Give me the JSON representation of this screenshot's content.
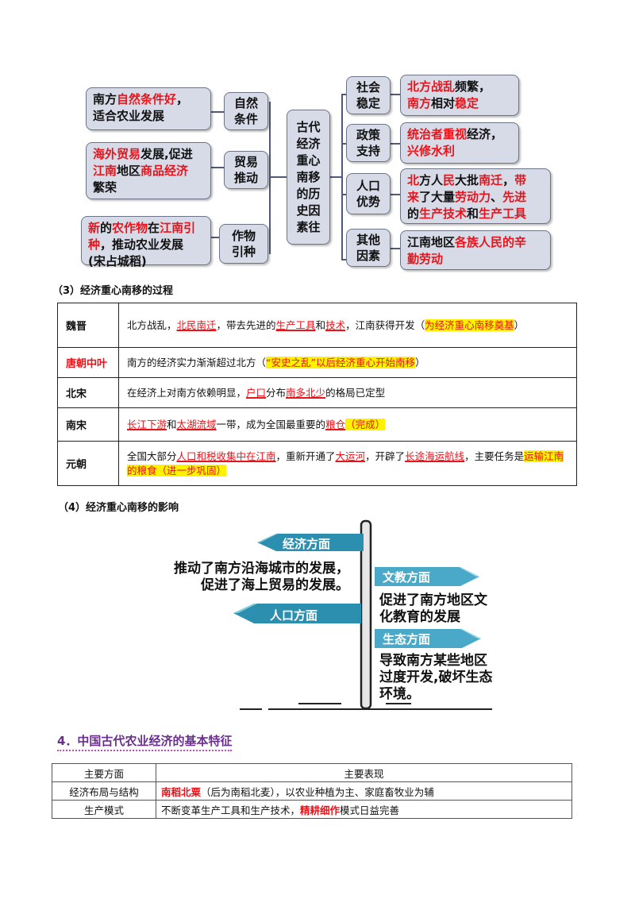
{
  "mindmap": {
    "center": "古代经济重心南移的历史因素往",
    "left": [
      {
        "cat": "自然条件",
        "text": [
          [
            "南方",
            ""
          ],
          [
            "自然条件好",
            "red"
          ],
          [
            "，\n适合农业发展",
            ""
          ]
        ]
      },
      {
        "cat": "贸易推动",
        "text": [
          [
            "海外贸易",
            "red"
          ],
          [
            "发展,促进\n",
            ""
          ],
          [
            "江南",
            "red"
          ],
          [
            "地区",
            ""
          ],
          [
            "商品经济",
            "red"
          ],
          [
            "\n繁荣",
            ""
          ]
        ]
      },
      {
        "cat": "作物引种",
        "text": [
          [
            "新",
            "red"
          ],
          [
            "的",
            ""
          ],
          [
            "农作物",
            "red"
          ],
          [
            "在",
            ""
          ],
          [
            "江南引\n种",
            "red"
          ],
          [
            "，推动农业发展\n(宋占城稻)",
            ""
          ]
        ]
      }
    ],
    "right": [
      {
        "cat": "社会稳定",
        "text": [
          [
            "北方战乱",
            "red"
          ],
          [
            "频繁，\n",
            ""
          ],
          [
            "南方",
            "red"
          ],
          [
            "相对",
            ""
          ],
          [
            "稳定",
            "red"
          ]
        ]
      },
      {
        "cat": "政策支持",
        "text": [
          [
            "统治者重视",
            "red"
          ],
          [
            "经济，\n",
            ""
          ],
          [
            "兴修水利",
            "red"
          ]
        ]
      },
      {
        "cat": "人口优势",
        "text": [
          [
            "北",
            "red"
          ],
          [
            "方人",
            ""
          ],
          [
            "民",
            "red"
          ],
          [
            "大批",
            ""
          ],
          [
            "南迁",
            "red"
          ],
          [
            "，",
            ""
          ],
          [
            "带\n来",
            "red"
          ],
          [
            "了大量",
            ""
          ],
          [
            "劳动力",
            "red"
          ],
          [
            "、",
            ""
          ],
          [
            "先进",
            "red"
          ],
          [
            "\n的",
            ""
          ],
          [
            "生产技术",
            "red"
          ],
          [
            "和",
            ""
          ],
          [
            "生产工具",
            "red"
          ]
        ]
      },
      {
        "cat": "其他因素",
        "text": [
          [
            "江南地区",
            ""
          ],
          [
            "各族人民的辛\n勤劳动",
            "red"
          ]
        ]
      }
    ]
  },
  "process": {
    "heading": "（3）经济重心南移的过程",
    "rows": [
      {
        "era": "魏晋",
        "era_red": false,
        "segs": [
          [
            "北方战乱，",
            ""
          ],
          [
            "北民南迁",
            "red ul"
          ],
          [
            "，带去先进的",
            ""
          ],
          [
            "生产工具",
            "red ul"
          ],
          [
            "和",
            ""
          ],
          [
            "技术",
            "red ul"
          ],
          [
            "，江南获得开发（",
            ""
          ],
          [
            "为经济重心南移奠基",
            "red hl"
          ],
          [
            "）",
            ""
          ]
        ]
      },
      {
        "era": "唐朝中叶",
        "era_red": true,
        "segs": [
          [
            "南方的经济实力渐渐超过北方（",
            ""
          ],
          [
            "“安史之乱”以后经济重心开始南移",
            "red hl"
          ],
          [
            "）",
            ""
          ]
        ]
      },
      {
        "era": "北宋",
        "era_red": false,
        "segs": [
          [
            "在经济上对南方依赖明显，",
            ""
          ],
          [
            "户口",
            "red ul"
          ],
          [
            "分布",
            ""
          ],
          [
            "南多北少",
            "red ul"
          ],
          [
            "的格局已定型",
            ""
          ]
        ]
      },
      {
        "era": "南宋",
        "era_red": false,
        "segs": [
          [
            "长江下游",
            "red ul"
          ],
          [
            "和",
            ""
          ],
          [
            "太湖流域",
            "red ul"
          ],
          [
            "一带，成为全国最重要的",
            ""
          ],
          [
            "粮仓",
            "red ul"
          ],
          [
            "（完成）",
            "red hl"
          ]
        ]
      },
      {
        "era": "元朝",
        "era_red": false,
        "segs": [
          [
            "全国大部分",
            ""
          ],
          [
            "人口和税收集中在江南",
            "red ul"
          ],
          [
            "，重新开通了",
            ""
          ],
          [
            "大运河",
            "red ul"
          ],
          [
            "，开辟了",
            ""
          ],
          [
            "长途海运航线",
            "red ul"
          ],
          [
            "，主要任务是",
            ""
          ],
          [
            "运输江南的粮食（进一步巩固）",
            "red hl"
          ]
        ]
      }
    ]
  },
  "impact": {
    "heading": "（4）经济重心南移的影响",
    "signs": {
      "economy": "经济方面",
      "culture": "文教方面",
      "population": "人口方面",
      "ecology": "生态方面"
    },
    "economy_text": "推动了南方沿海城市的发展，\n促进了海上贸易的发展。",
    "culture_text": "促进了南方地区文\n化教育的发展",
    "ecology_text": "导致南方某些地区\n过度开发,破坏生态\n环境。"
  },
  "features": {
    "heading": "4．中国古代农业经济的基本特征",
    "header": [
      "主要方面",
      "主要表现"
    ],
    "rows": [
      {
        "aspect": "经济布局与结构",
        "segs": [
          [
            "南稻北粟",
            "red bold"
          ],
          [
            "（后为南稻北麦），以农业种植为主、家庭畜牧业为辅",
            ""
          ]
        ]
      },
      {
        "aspect": "生产模式",
        "segs": [
          [
            "不断变革生产工具和生产技术，",
            ""
          ],
          [
            "精耕细作",
            "red bold"
          ],
          [
            "模式日益完善",
            ""
          ]
        ]
      }
    ]
  },
  "colors": {
    "red": "#e8141b",
    "highlight": "#fff200",
    "sign_teal": "#2d8fb0",
    "sign_light": "#6cc3d8",
    "box_fill": "#d7dbe8",
    "heading_purple": "#6b2e8f"
  }
}
